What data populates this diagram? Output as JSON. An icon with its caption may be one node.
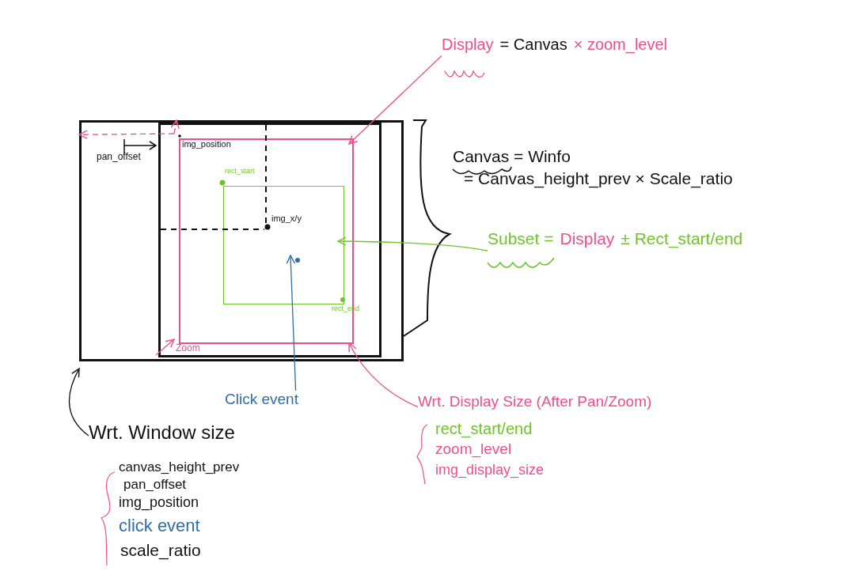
{
  "diagram": {
    "nodes": [
      {
        "text": [],
        "shape": "box"
      },
      {
        "text": [],
        "shape": "box",
        "in": 0
      },
      {
        "text": [],
        "shape": "box",
        "in": 1
      },
      {
        "text": [],
        "shape": "box",
        "in": 2
      },
      {
        "text": [],
        "shape": "circle",
        "in": 3
      },
      {
        "text": [
          "Display",
          "= Canvas",
          "× zoom_level"
        ]
      },
      {
        "text": [
          "Canvas = Winfo",
          "= Canvas_height_prev × Scale_ratio"
        ]
      },
      {
        "text": [
          "Subset =",
          "Display",
          "± Rect_start/end"
        ]
      },
      {
        "text": [
          "Click event"
        ]
      },
      {
        "text": [
          "Wrt. Window size"
        ]
      },
      {
        "text": [
          "Wrt. Display Size (After Pan/Zoom)"
        ]
      }
    ],
    "edges": [
      {
        "from": 5,
        "to": 2,
        "arrow": "to",
        "color": "#ee4f8a"
      },
      {
        "from": 7,
        "to": 3,
        "arrow": "to",
        "color": "#72c12e"
      },
      {
        "from": 8,
        "to": 4,
        "arrow": "to",
        "color": "#2f6fa8"
      },
      {
        "from": 9,
        "to": 0,
        "arrow": "to",
        "color": "#111111"
      },
      {
        "from": 10,
        "to": 2,
        "arrow": "to",
        "color": "#ee4f8a"
      },
      {
        "from": 2,
        "to": 1,
        "arrow": "to",
        "style": "dashed",
        "color": "#ee4f8a"
      },
      {
        "from": 2,
        "to": 0,
        "arrow": "to",
        "style": "dashed",
        "color": "#ee4f8a"
      },
      {
        "from": 1,
        "to": 2,
        "arrow": "to",
        "color": "#ee4f8a"
      }
    ],
    "labels": [
      "img_position",
      "pan_offset",
      "rect_start",
      "img_x/y",
      "rect_end",
      "Zoom",
      "canvas_height_prev",
      "pan_offset",
      "img_position",
      "click event",
      "scale_ratio",
      "rect_start/end",
      "zoom_level",
      "img_display_size"
    ]
  }
}
